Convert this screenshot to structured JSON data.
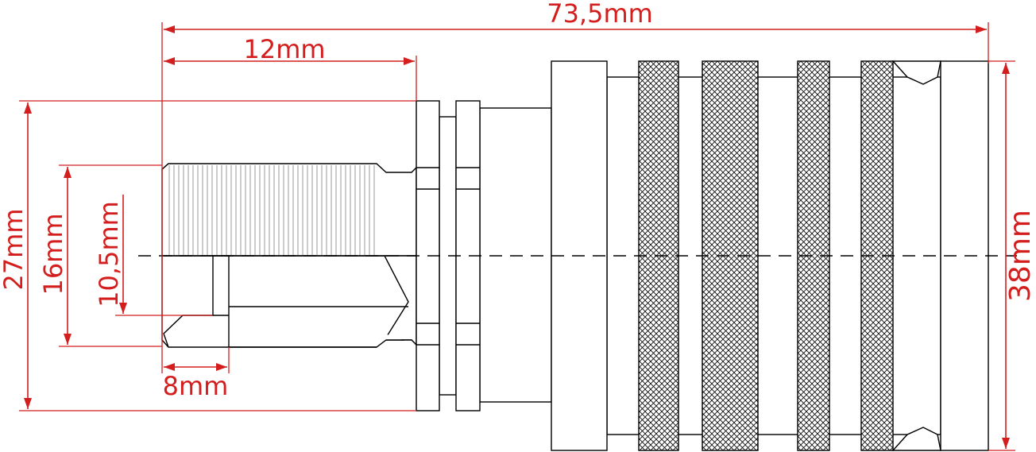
{
  "drawing": {
    "colors": {
      "dimension": "#d41e1e",
      "outline": "#000000",
      "background": "#ffffff",
      "thread": "#9a9a9a"
    },
    "dimensions": {
      "overall_length": "73,5mm",
      "thread_length": "12mm",
      "flange_height": "27mm",
      "thread_diameter": "16mm",
      "bore_diameter": "10,5mm",
      "bore_depth": "8mm",
      "body_diameter": "38mm"
    }
  }
}
